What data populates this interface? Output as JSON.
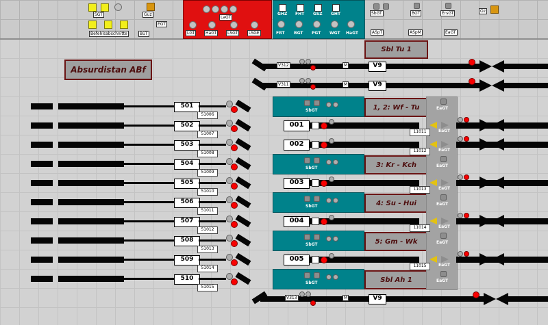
{
  "colors": {
    "teal": "#00828b",
    "red": "#e01010",
    "panel_gray": "#a3a3a3",
    "maroon": "#4d0d0d",
    "yellow": "#f2ef1b",
    "track": "#050505",
    "signal_red": "#f80000"
  },
  "top_panel": {
    "left_cluster": {
      "sgt": "SGT",
      "guz": "Guz",
      "befehl": "Befehlsabschnitte",
      "buet": "BüT",
      "egt": "EGT"
    },
    "red_block": {
      "top": "LaGT",
      "buttons": [
        "LGT",
        "HaGT",
        "LSGT",
        "LSGE"
      ]
    },
    "teal_block": {
      "top": [
        "GHZ",
        "FHT",
        "GSZ",
        "GHT"
      ],
      "bottom": [
        "FRT",
        "BGT",
        "PGT",
        "WGT",
        "HaGT"
      ]
    },
    "gray_blocks": [
      {
        "top": "SbGT",
        "bottom": "ASpT"
      },
      {
        "top": "BGT",
        "bottom": "ASpM"
      },
      {
        "top": "ErsGT",
        "bottom": "EaGT"
      },
      {
        "top": "Oz",
        "bottom": ""
      }
    ]
  },
  "station_label": "Absurdistan ABf",
  "sbl_top_label": "Sbl Tu 1",
  "section_labels": [
    "1, 2: Wf - Tu",
    "3: Kr - Kch",
    "4: Su - Hui",
    "5: Gm - Wk",
    "Sbl Ah 1"
  ],
  "left_tracks": [
    {
      "number": "501",
      "aux": "51006"
    },
    {
      "number": "502",
      "aux": "51007"
    },
    {
      "number": "503",
      "aux": "51008"
    },
    {
      "number": "504",
      "aux": "51009"
    },
    {
      "number": "505",
      "aux": "51010"
    },
    {
      "number": "506",
      "aux": "51011"
    },
    {
      "number": "507",
      "aux": "51012"
    },
    {
      "number": "508",
      "aux": "51013"
    },
    {
      "number": "509",
      "aux": "51014"
    },
    {
      "number": "510",
      "aux": "51015"
    }
  ],
  "middle_tracks": [
    {
      "number": "001",
      "aux": "11011"
    },
    {
      "number": "002",
      "aux": "11012"
    },
    {
      "number": "003",
      "aux": "11013"
    },
    {
      "number": "004",
      "aux": "11014"
    },
    {
      "number": "005",
      "aux": "11015"
    }
  ],
  "teal_rows_label": "SbGT",
  "right_column_label": "EaGT",
  "top_lines": [
    {
      "boxes": [
        "V312",
        "M",
        "V9"
      ]
    },
    {
      "boxes": [
        "V311",
        "M",
        "V9"
      ]
    }
  ],
  "bottom_line": {
    "boxes": [
      "V313",
      "M",
      "V9"
    ]
  }
}
